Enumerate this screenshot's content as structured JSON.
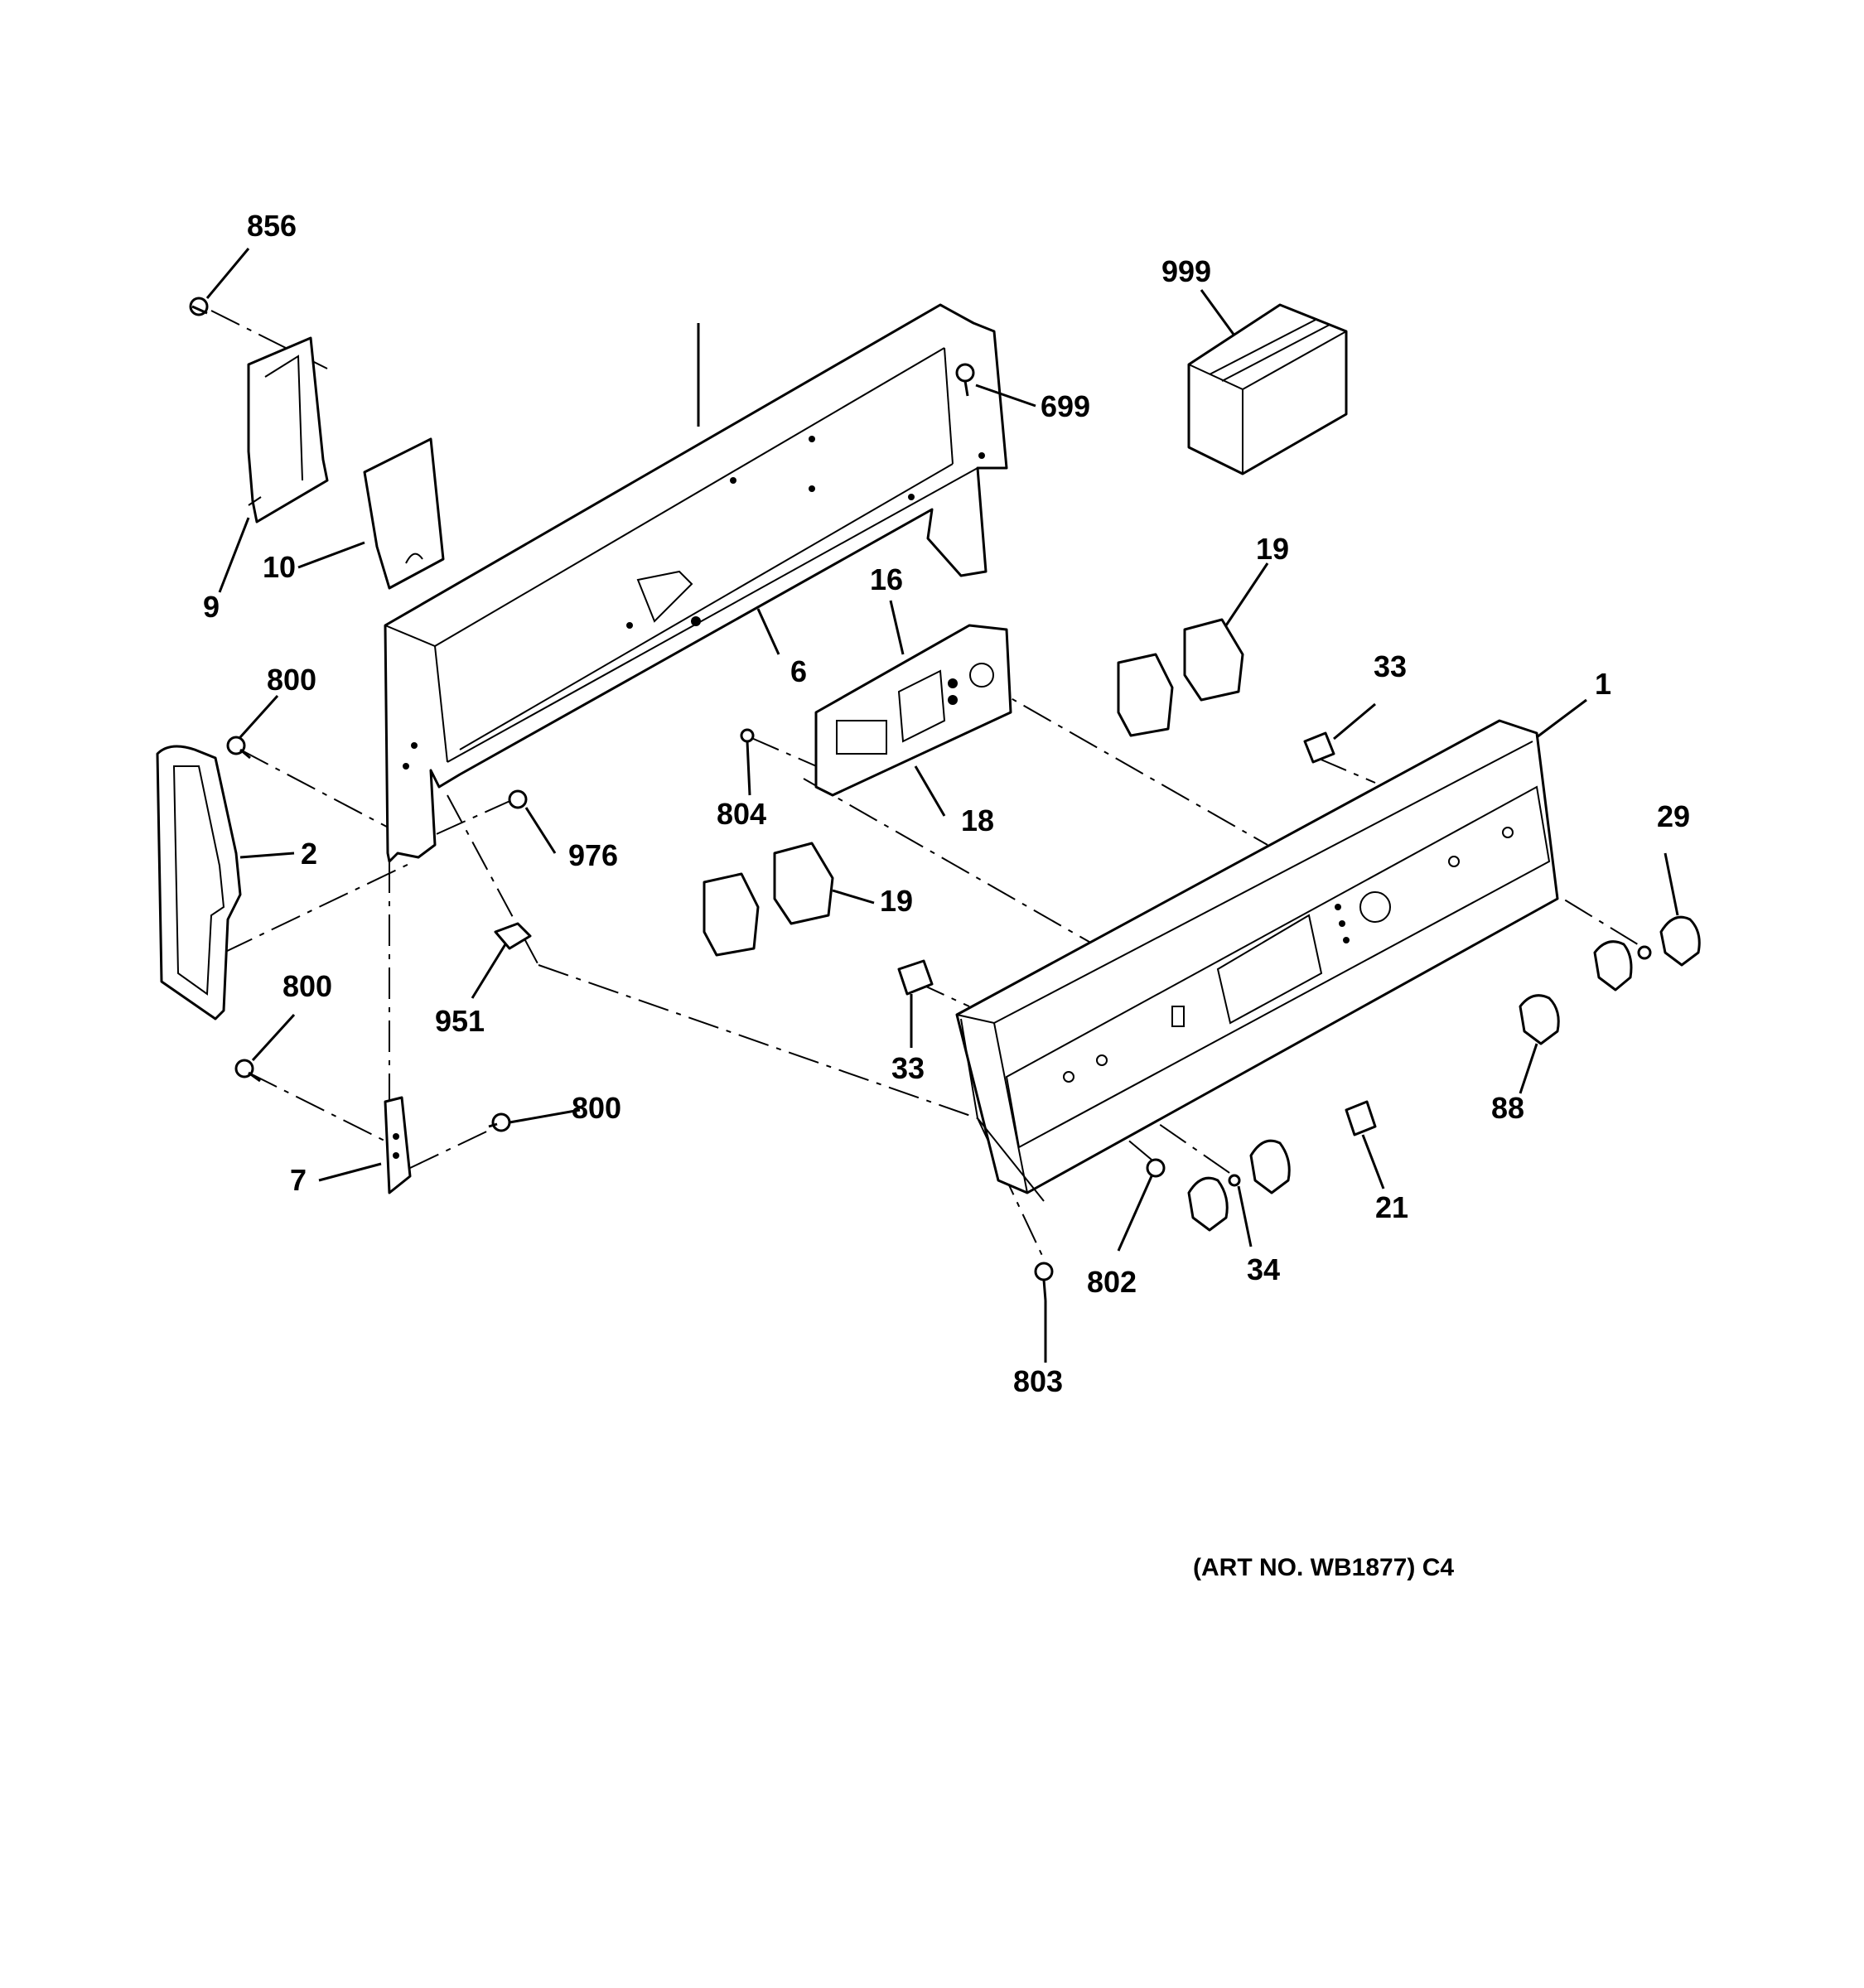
{
  "labels": {
    "l856": "856",
    "l999": "999",
    "l699": "699",
    "l9": "9",
    "l10": "10",
    "l19a": "19",
    "l16": "16",
    "l33a": "33",
    "l6": "6",
    "l1": "1",
    "l800a": "800",
    "l804": "804",
    "l18": "18",
    "l29": "29",
    "l2": "2",
    "l976": "976",
    "l19b": "19",
    "l800b": "800",
    "l951": "951",
    "l33b": "33",
    "l88": "88",
    "l800c": "800",
    "l7": "7",
    "l21": "21",
    "l802": "802",
    "l34": "34",
    "l803": "803"
  },
  "art_number": "(ART NO. WB1877) C4"
}
